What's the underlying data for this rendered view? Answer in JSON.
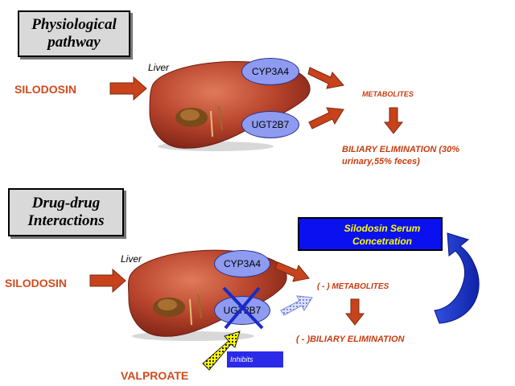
{
  "top_panel": {
    "title": "Physiological pathway",
    "drug": "SILODOSIN",
    "organ_label": "Liver",
    "enzyme_1": "CYP3A4",
    "enzyme_2": "UGT2B7",
    "metabolites": "METABOLITES",
    "biliary_line1": "BILIARY ELIMINATION (30%",
    "biliary_line2": "urinary,55% feces)"
  },
  "bottom_panel": {
    "title_line1": "Drug-drug",
    "title_line2": "Interactions",
    "drug": "SILODOSIN",
    "organ_label": "Liver",
    "enzyme_1": "CYP3A4",
    "enzyme_2": "UGT2B7",
    "metabolites": "( - ) METABOLITES",
    "biliary": "( - )BILIARY ELIMINATION",
    "serum_line1": "Silodosin Serum",
    "serum_line2": "Concetration",
    "inhibitor": "VALPROATE",
    "inhibits_label": "Inhibits"
  },
  "colors": {
    "arrow_red": "#c8421c",
    "liver": "#b8442c",
    "enzyme_fill": "#8e9bf0",
    "serum_box": "#0a10f0",
    "serum_text": "#ffff00",
    "curved_arrow": "#1a35c8",
    "cross": "#1a2ac8"
  }
}
